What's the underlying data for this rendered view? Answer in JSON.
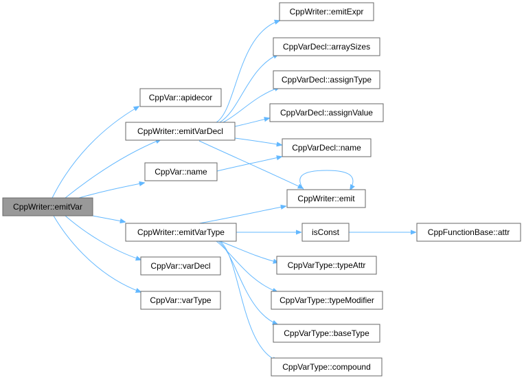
{
  "root": "CppWriter::emitVar",
  "nodes": {
    "emitVar": "CppWriter::emitVar",
    "apidecor": "CppVar::apidecor",
    "emitVarDecl": "CppWriter::emitVarDecl",
    "cppVarName": "CppVar::name",
    "emitVarType": "CppWriter::emitVarType",
    "varDecl": "CppVar::varDecl",
    "varType": "CppVar::varType",
    "emitExpr": "CppWriter::emitExpr",
    "arraySizes": "CppVarDecl::arraySizes",
    "assignType": "CppVarDecl::assignType",
    "assignValue": "CppVarDecl::assignValue",
    "declName": "CppVarDecl::name",
    "emit": "CppWriter::emit",
    "isConst": "isConst",
    "attr": "CppFunctionBase::attr",
    "typeAttr": "CppVarType::typeAttr",
    "typeModifier": "CppVarType::typeModifier",
    "baseType": "CppVarType::baseType",
    "compound": "CppVarType::compound"
  },
  "colors": {
    "edge": "#63b8ff",
    "node_border": "#666666",
    "root_fill": "#999999",
    "node_fill": "#ffffff"
  }
}
